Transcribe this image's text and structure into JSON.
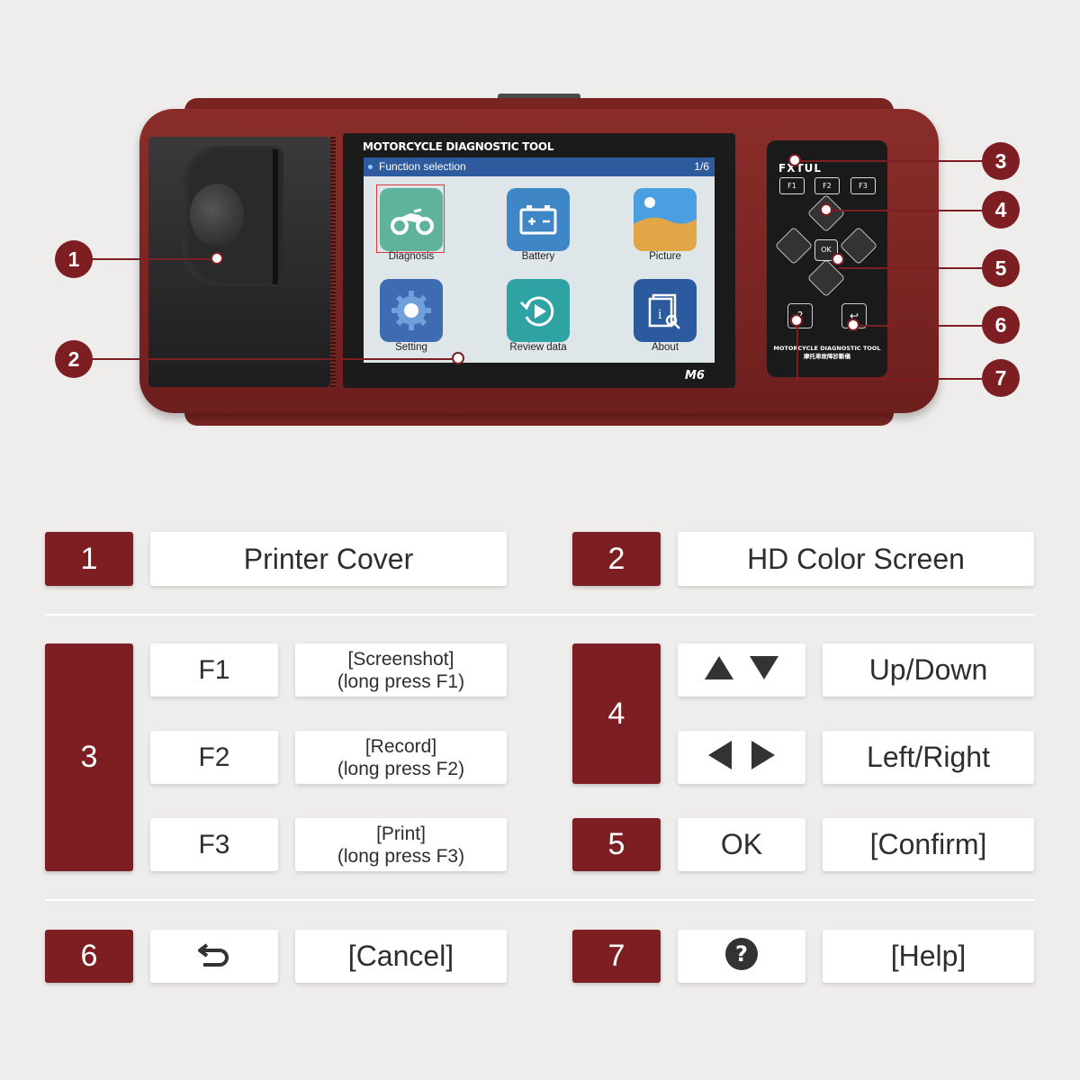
{
  "device": {
    "bezel_title": "MOTORCYCLE DIAGNOSTIC TOOL",
    "model": "M6",
    "brand": "FXTUL",
    "screen": {
      "header_title": "Function selection",
      "page_indicator": "1/6",
      "apps": [
        {
          "label": "Diagnosis",
          "icon": "motorcycle-icon",
          "color": "#5fb39a"
        },
        {
          "label": "Battery",
          "icon": "battery-icon",
          "color": "#3f86c6"
        },
        {
          "label": "Picture",
          "icon": "picture-icon",
          "color": "#e3a646"
        },
        {
          "label": "Setting",
          "icon": "gear-icon",
          "color": "#3e6cb2"
        },
        {
          "label": "Review data",
          "icon": "replay-icon",
          "color": "#2fa3a3"
        },
        {
          "label": "About",
          "icon": "document-search-icon",
          "color": "#2b5a9e"
        }
      ]
    },
    "keys": {
      "f1": "F1",
      "f2": "F2",
      "f3": "F3",
      "ok": "OK",
      "panel_text": "MOTORCYCLE DIAGNOSTIC TOOL",
      "panel_text_cn": "摩托車故障診斷儀"
    }
  },
  "callouts": [
    "1",
    "2",
    "3",
    "4",
    "5",
    "6",
    "7"
  ],
  "legend": {
    "row1": [
      {
        "num": "1",
        "label": "Printer Cover"
      },
      {
        "num": "2",
        "label": "HD Color Screen"
      }
    ],
    "group3": {
      "num": "3",
      "rows": [
        {
          "key": "F1",
          "action_line1": "[Screenshot]",
          "action_line2": "(long press F1)"
        },
        {
          "key": "F2",
          "action_line1": "[Record]",
          "action_line2": "(long press F2)"
        },
        {
          "key": "F3",
          "action_line1": "[Print]",
          "action_line2": "(long press F3)"
        }
      ]
    },
    "group4": {
      "num": "4",
      "rows": [
        {
          "icon": "up-down-arrows-icon",
          "label": "Up/Down"
        },
        {
          "icon": "left-right-arrows-icon",
          "label": "Left/Right"
        }
      ]
    },
    "group5": {
      "num": "5",
      "key": "OK",
      "label": "[Confirm]"
    },
    "group6": {
      "num": "6",
      "icon": "return-arrow-icon",
      "label": "[Cancel]"
    },
    "group7": {
      "num": "7",
      "icon": "question-circle-icon",
      "label": "[Help]"
    }
  },
  "colors": {
    "accent": "#7c1e22",
    "background": "#efecec",
    "card": "#ffffff"
  }
}
